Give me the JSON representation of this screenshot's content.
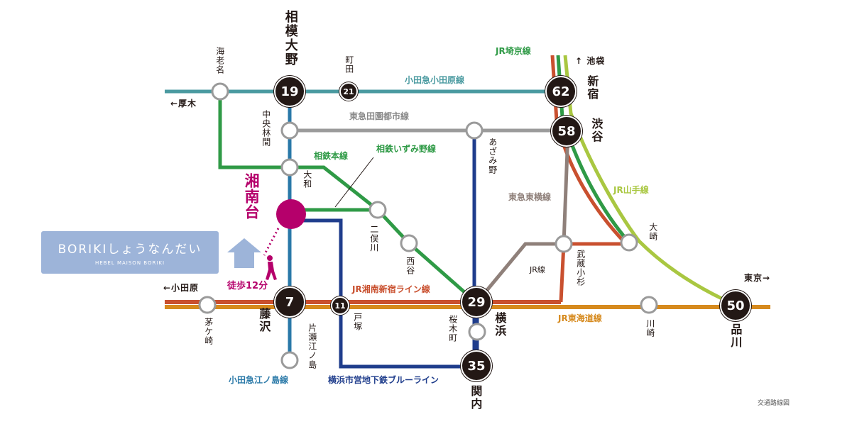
{
  "colors": {
    "odakyu_odawara": "#4a9aa0",
    "tokyu_denentoshi": "#9b9b9b",
    "sotetsu": "#2f9a46",
    "blue_line": "#1f3d8c",
    "odakyu_enoshima": "#2a79a8",
    "jr_tokaido": "#d68a1e",
    "jr_shonan_shinjuku": "#c9502f",
    "jr_yamanote": "#a9c741",
    "jr_saikyo": "#2f9a46",
    "tokyu_toyoko": "#8f807a",
    "highlight": "#b5006b"
  },
  "lines": {
    "odakyu_odawara": "小田急小田原線",
    "tokyu_denentoshi": "東急田園都市線",
    "sotetsu_main": "相鉄本線",
    "sotetsu_izumino": "相鉄いずみ野線",
    "jr_saikyo": "JR埼京線",
    "jr_yamanote": "JR山手線",
    "tokyu_toyoko": "東急東横線",
    "jr_shonan_shinjuku": "JR湘南新宿ライン線",
    "jr_tokaido": "JR東海道線",
    "jr_line": "JR線",
    "odakyu_enoshima": "小田急江ノ島線",
    "blue_line": "横浜市営地下鉄ブルーライン"
  },
  "stations": {
    "sagami_ono": "相模大野",
    "ebina": "海老名",
    "machida": "町田",
    "shinjuku": "新宿",
    "shibuya": "渋谷",
    "chuo_rinkan": "中央林間",
    "azamino": "あざみ野",
    "yamato": "大和",
    "shonandai": "湘南台",
    "futamatagawa": "二俣川",
    "nishiya": "西谷",
    "musashi_kosugi": "武蔵小杉",
    "osaki": "大崎",
    "fujisawa": "藤沢",
    "chigasaki": "茅ケ崎",
    "totsuka": "戸塚",
    "katase_enoshima": "片瀬江ノ島",
    "yokohama": "横浜",
    "sakuragicho": "桜木町",
    "kannai": "関内",
    "kawasaki": "川崎",
    "shinagawa": "品川"
  },
  "minutes": {
    "sagami_ono": "19",
    "machida": "21",
    "shinjuku": "62",
    "shibuya": "58",
    "fujisawa": "7",
    "totsuka": "11",
    "yokohama": "29",
    "kannai": "35",
    "shinagawa": "50"
  },
  "directions": {
    "atsugi": "←厚木",
    "ikebukuro": "↑ 池袋",
    "odawara": "←小田原",
    "tokyo": "東京→"
  },
  "walk": "徒歩12分",
  "property": {
    "name": "BORIKIしょうなんだい",
    "sub": "HEBEL MAISON BORIKI"
  },
  "credit": "交通路線図"
}
